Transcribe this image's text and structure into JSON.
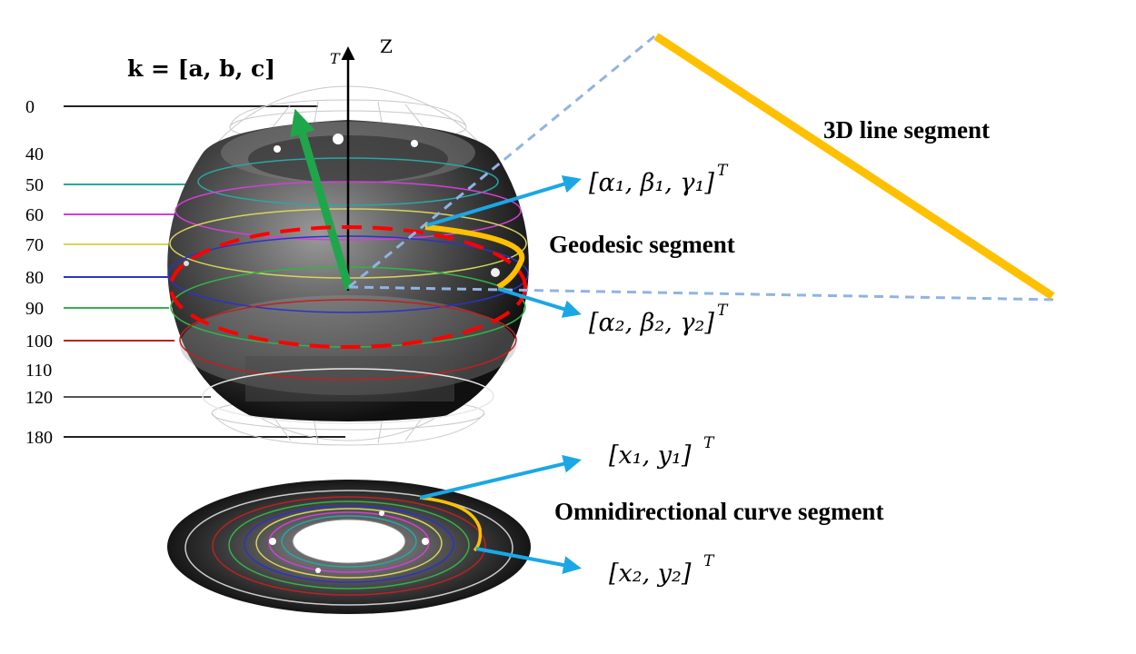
{
  "labels": {
    "k_vector": "k = [a, b, c]",
    "k_vector_sup": "T",
    "z_axis": "Z",
    "line_3d": "3D line segment",
    "geodesic": "Geodesic segment",
    "omni_curve": "Omnidirectional curve segment",
    "sphere_pt1": "[α₁, β₁, γ₁]",
    "sphere_pt1_sup": "T",
    "sphere_pt2": "[α₂, β₂, γ₂]",
    "sphere_pt2_sup": "T",
    "image_pt1": "[x₁, y₁]",
    "image_pt1_sup": "T",
    "image_pt2": "[x₂, y₂]",
    "image_pt2_sup": "T"
  },
  "latitude_scale": [
    {
      "label": "0",
      "color": "#222222"
    },
    {
      "label": "40",
      "color": null
    },
    {
      "label": "50",
      "color": "#2aa6a6"
    },
    {
      "label": "60",
      "color": "#d53fd5"
    },
    {
      "label": "70",
      "color": "#d9d45a"
    },
    {
      "label": "80",
      "color": "#2b33c8"
    },
    {
      "label": "90",
      "color": "#33b24a"
    },
    {
      "label": "100",
      "color": "#c02020"
    },
    {
      "label": "110",
      "color": null
    },
    {
      "label": "120",
      "color": "#555555"
    },
    {
      "label": "180",
      "color": "#222222"
    }
  ],
  "colors": {
    "line_segment": "#ffc000",
    "normal_vector": "#1fa64a",
    "great_circle": "#ff0000",
    "projection_rays": "#8fb4e3",
    "pointer_arrows": "#1aa7e6"
  }
}
